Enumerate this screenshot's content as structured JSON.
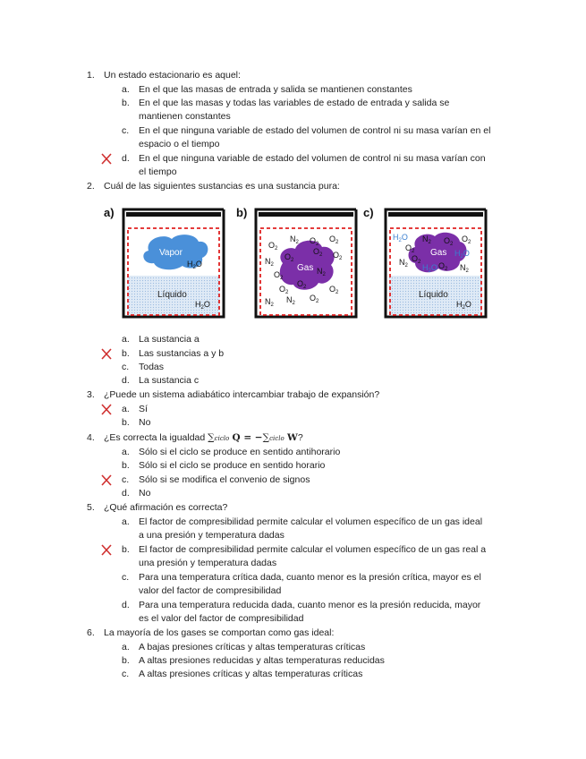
{
  "q1": {
    "num": "1.",
    "text": "Un estado estacionario es aquel:",
    "options": [
      {
        "letter": "a.",
        "lines": [
          "En el que las masas de entrada y salida se mantienen constantes"
        ]
      },
      {
        "letter": "b.",
        "lines": [
          "En el que las masas y todas las variables de estado de entrada y salida se",
          "mantienen constantes"
        ]
      },
      {
        "letter": "c.",
        "lines": [
          "En el que ninguna variable de estado del volumen de control ni su masa varían en el",
          "espacio o el tiempo"
        ]
      },
      {
        "letter": "d.",
        "lines": [
          "En el que ninguna variable de estado del volumen de control ni su masa varían con",
          "el tiempo"
        ]
      }
    ]
  },
  "q2": {
    "num": "2.",
    "text": "Cuál de las siguientes sustancias es una sustancia pura:",
    "figure": {
      "labels": [
        "a)",
        "b)",
        "c)"
      ],
      "a": {
        "vapor": "Vapor",
        "h2o": "H",
        "sub2": "2",
        "o": "O",
        "liquid": "Líquido"
      },
      "b": {
        "gas": "Gas",
        "o": "O",
        "n": "N",
        "sub2": "2"
      },
      "c": {
        "gas": "Gas",
        "liquid": "Líquido",
        "h": "H",
        "o": "O",
        "n": "N",
        "sub2": "2"
      }
    },
    "options": [
      {
        "letter": "a.",
        "lines": [
          "La sustancia a"
        ]
      },
      {
        "letter": "b.",
        "lines": [
          "Las sustancias a y b"
        ]
      },
      {
        "letter": "c.",
        "lines": [
          "Todas"
        ]
      },
      {
        "letter": "d.",
        "lines": [
          "La sustancia c"
        ]
      }
    ]
  },
  "q3": {
    "num": "3.",
    "text": "¿Puede un sistema adiabático intercambiar trabajo de expansión?",
    "options": [
      {
        "letter": "a.",
        "lines": [
          "Sí"
        ]
      },
      {
        "letter": "b.",
        "lines": [
          "No"
        ]
      }
    ]
  },
  "q4": {
    "num": "4.",
    "text_before": "¿Es correcta la igualdad ",
    "math": {
      "sum": "∑",
      "sub": "ciclo",
      "q": "Q",
      "eq": " = −",
      "w": "W"
    },
    "text_after": "?",
    "options": [
      {
        "letter": "a.",
        "lines": [
          "Sólo si el ciclo se produce en sentido antihorario"
        ]
      },
      {
        "letter": "b.",
        "lines": [
          "Sólo si el ciclo se produce en sentido horario"
        ]
      },
      {
        "letter": "c.",
        "lines": [
          "Sólo si se modifica el convenio de signos"
        ]
      },
      {
        "letter": "d.",
        "lines": [
          "No"
        ]
      }
    ]
  },
  "q5": {
    "num": "5.",
    "text": "¿Qué afirmación es correcta?",
    "options": [
      {
        "letter": "a.",
        "lines": [
          "El factor de compresibilidad permite calcular el volumen específico de un gas ideal",
          "a una presión y temperatura dadas"
        ]
      },
      {
        "letter": "b.",
        "lines": [
          "El factor de compresibilidad permite calcular el volumen específico de un gas real a",
          "una presión y temperatura dadas"
        ]
      },
      {
        "letter": "c.",
        "lines": [
          "Para una temperatura crítica dada, cuanto menor es la presión crítica, mayor es el",
          "valor del factor de compresibilidad"
        ]
      },
      {
        "letter": "d.",
        "lines": [
          "Para una temperatura reducida dada, cuanto menor es la presión reducida, mayor",
          "es el valor del factor de compresibilidad"
        ]
      }
    ]
  },
  "q6": {
    "num": "6.",
    "text": "La mayoría de los gases se comportan como gas ideal:",
    "options": [
      {
        "letter": "a.",
        "lines": [
          "A bajas presiones críticas y altas temperaturas críticas"
        ]
      },
      {
        "letter": "b.",
        "lines": [
          "A altas presiones reducidas y altas temperaturas reducidas"
        ]
      },
      {
        "letter": "c.",
        "lines": [
          "A altas presiones críticas y altas temperaturas críticas"
        ]
      }
    ]
  },
  "marks": {
    "color": "#d03030",
    "icon": "x-mark-icon"
  },
  "colors": {
    "vapor": "#4a90d9",
    "gas": "#7b2fa8",
    "dashed": "#e02020",
    "liquid": "#c9dcef",
    "water_text": "#3a7fd0"
  }
}
